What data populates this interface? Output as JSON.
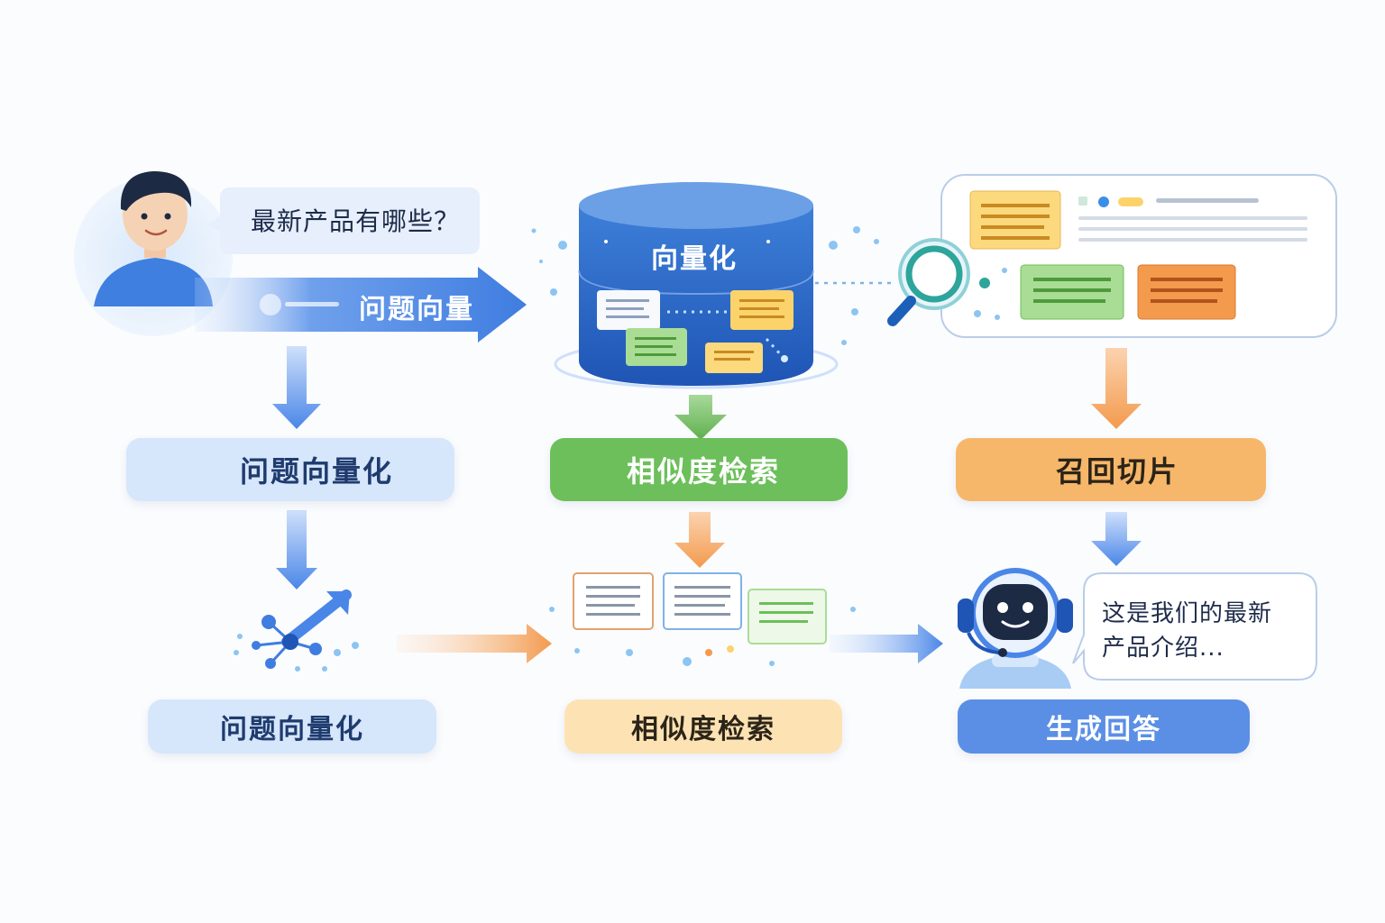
{
  "user": {
    "question": "最新产品有哪些？"
  },
  "top_arrow": {
    "label": "问题向量"
  },
  "database": {
    "label": "向量化"
  },
  "steps_row1": [
    {
      "label": "问题向量化",
      "icon": "vector-nodes-icon"
    },
    {
      "label": "相似度检索",
      "icon": "magnifier-icon"
    },
    {
      "label": "召回切片",
      "icon": "sparkle-icon"
    }
  ],
  "steps_row2": [
    {
      "label": "问题向量化"
    },
    {
      "label": "相似度检索"
    },
    {
      "label": "生成回答"
    }
  ],
  "bot": {
    "answer_line1": "这是我们的最新",
    "answer_line2": "产品介绍..."
  },
  "colors": {
    "blue": "#4a86e8",
    "green": "#6cbf5a",
    "orange": "#f6b76a",
    "light_blue": "#d6e6fb",
    "light_orange": "#fde3b3",
    "answer_blue": "#5b8fe6"
  }
}
